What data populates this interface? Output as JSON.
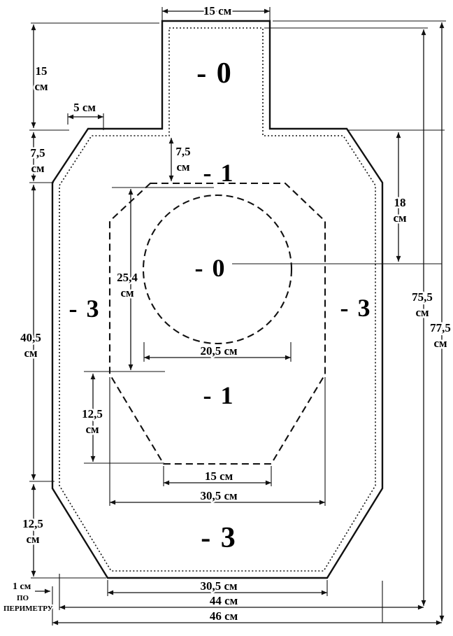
{
  "diagram": {
    "background": "#ffffff",
    "line_color": "#111111",
    "zone_labels": {
      "head": "- 0",
      "upper": "- 1",
      "circle": "- 0",
      "left": "- 3",
      "right": "- 3",
      "lower": "- 1",
      "bottom": "- 3"
    },
    "dims": {
      "head_width": "15 см",
      "head_height": {
        "value": "15",
        "unit": "см"
      },
      "shoulder_offset": "5 см",
      "neck_left": {
        "value": "7,5",
        "unit": "см"
      },
      "neck_inner": {
        "value": "7,5",
        "unit": "см"
      },
      "shoulder_to_center": {
        "value": "18",
        "unit": "см"
      },
      "circle_zone_height": {
        "value": "25,4",
        "unit": "см"
      },
      "body_left": {
        "value": "40,5",
        "unit": "см"
      },
      "inner_height": {
        "value": "75,5",
        "unit": "см"
      },
      "outer_height": {
        "value": "77,5",
        "unit": "см"
      },
      "circle_width": "20,5 см",
      "lower_taper": {
        "value": "12,5",
        "unit": "см"
      },
      "lower_base_width": "15 см",
      "zone1_width": "30,5 см",
      "bottom_taper": {
        "value": "12,5",
        "unit": "см"
      },
      "bottom_edge_width": "30,5 см",
      "inner_width": "44 см",
      "outer_width": "46 см",
      "perimeter_note": {
        "line1": "1 см",
        "line2": "ПО",
        "line3": "ПЕРИМЕТРУ"
      }
    }
  }
}
